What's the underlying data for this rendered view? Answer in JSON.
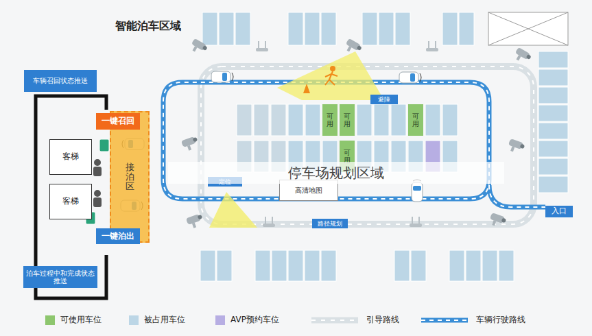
{
  "diagram": {
    "title": "智能泊车区域",
    "nodes": [
      {
        "text": [
          "车辆召回状态推送"
        ]
      },
      {
        "text": [
          "一键召回"
        ]
      },
      {
        "text": [
          "客梯"
        ]
      },
      {
        "text": [
          "接泊区"
        ]
      },
      {
        "text": [
          "客梯"
        ]
      },
      {
        "text": [
          "一键泊出"
        ]
      },
      {
        "text": [
          "泊车过程中和完成状态推送"
        ]
      },
      {
        "text": [
          "避障"
        ]
      },
      {
        "text": [
          "可用"
        ]
      },
      {
        "text": [
          "可用"
        ]
      },
      {
        "text": [
          "可用"
        ]
      },
      {
        "text": [
          "可用"
        ]
      },
      {
        "text": [
          "定位"
        ]
      },
      {
        "text": [
          "高清地图"
        ]
      },
      {
        "text": [
          "路径规划"
        ]
      },
      {
        "text": [
          "入口"
        ]
      }
    ],
    "labels": [
      "停车场规划区域"
    ],
    "legend": [
      {
        "text": "可使用车位",
        "color": "#8dc66e"
      },
      {
        "text": "被占用车位",
        "color": "#bcd6e6"
      },
      {
        "text": "AVP预约车位",
        "color": "#b7aee3"
      },
      {
        "text": "引导路线"
      },
      {
        "text": "车辆行驶路线"
      }
    ]
  }
}
